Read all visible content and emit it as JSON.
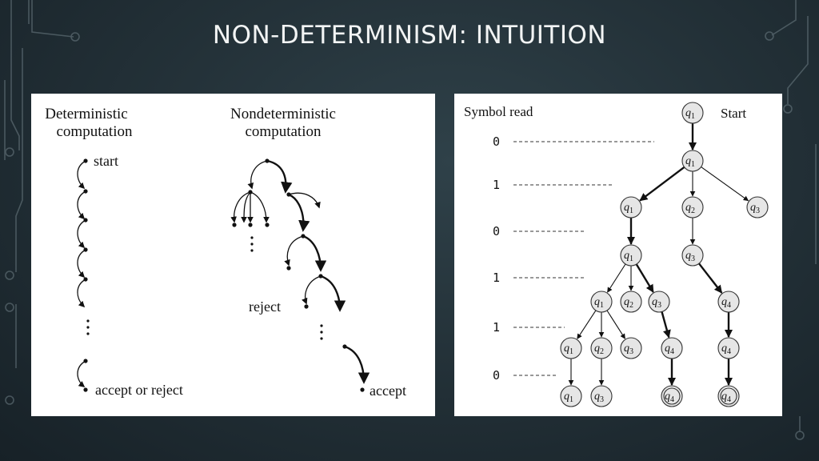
{
  "slide": {
    "title": "NON-DETERMINISM: INTUITION"
  },
  "left_figure": {
    "deterministic_title_line1": "Deterministic",
    "deterministic_title_line2": "computation",
    "nondeterministic_title_line1": "Nondeterministic",
    "nondeterministic_title_line2": "computation",
    "start_label": "start",
    "accept_or_reject_label": "accept or reject",
    "reject_label": "reject",
    "accept_label": "accept"
  },
  "right_figure": {
    "symbol_read_header": "Symbol read",
    "start_label": "Start",
    "symbols": [
      "0",
      "1",
      "0",
      "1",
      "1",
      "0"
    ],
    "nodes": [
      {
        "id": "n0",
        "base": "q",
        "sub": "1",
        "accept": false
      },
      {
        "id": "n1",
        "base": "q",
        "sub": "1",
        "accept": false
      },
      {
        "id": "n2a",
        "base": "q",
        "sub": "1",
        "accept": false
      },
      {
        "id": "n2b",
        "base": "q",
        "sub": "2",
        "accept": false
      },
      {
        "id": "n2c",
        "base": "q",
        "sub": "3",
        "accept": false
      },
      {
        "id": "n3a",
        "base": "q",
        "sub": "1",
        "accept": false
      },
      {
        "id": "n3b",
        "base": "q",
        "sub": "3",
        "accept": false
      },
      {
        "id": "n4a",
        "base": "q",
        "sub": "1",
        "accept": false
      },
      {
        "id": "n4b",
        "base": "q",
        "sub": "2",
        "accept": false
      },
      {
        "id": "n4c",
        "base": "q",
        "sub": "3",
        "accept": false
      },
      {
        "id": "n4d",
        "base": "q",
        "sub": "4",
        "accept": false
      },
      {
        "id": "n5a",
        "base": "q",
        "sub": "1",
        "accept": false
      },
      {
        "id": "n5b",
        "base": "q",
        "sub": "2",
        "accept": false
      },
      {
        "id": "n5c",
        "base": "q",
        "sub": "3",
        "accept": false
      },
      {
        "id": "n5d",
        "base": "q",
        "sub": "4",
        "accept": false
      },
      {
        "id": "n5e",
        "base": "q",
        "sub": "4",
        "accept": false
      },
      {
        "id": "n6a",
        "base": "q",
        "sub": "1",
        "accept": false
      },
      {
        "id": "n6b",
        "base": "q",
        "sub": "3",
        "accept": false
      },
      {
        "id": "n6c",
        "base": "q",
        "sub": "4",
        "accept": true
      },
      {
        "id": "n6d",
        "base": "q",
        "sub": "4",
        "accept": true
      }
    ],
    "edges": [
      [
        "n0",
        "n1"
      ],
      [
        "n1",
        "n2a"
      ],
      [
        "n1",
        "n2b"
      ],
      [
        "n1",
        "n2c"
      ],
      [
        "n2a",
        "n3a"
      ],
      [
        "n2b",
        "n3b"
      ],
      [
        "n3a",
        "n4a"
      ],
      [
        "n3a",
        "n4b"
      ],
      [
        "n3a",
        "n4c"
      ],
      [
        "n3b",
        "n4d"
      ],
      [
        "n4a",
        "n5a"
      ],
      [
        "n4a",
        "n5b"
      ],
      [
        "n4a",
        "n5c"
      ],
      [
        "n4c",
        "n5d"
      ],
      [
        "n4d",
        "n5e"
      ],
      [
        "n5a",
        "n6a"
      ],
      [
        "n5b",
        "n6b"
      ],
      [
        "n5d",
        "n6c"
      ],
      [
        "n5e",
        "n6d"
      ]
    ],
    "bold_edges": [
      [
        "n0",
        "n1"
      ],
      [
        "n1",
        "n2a"
      ],
      [
        "n2a",
        "n3a"
      ],
      [
        "n3a",
        "n4c"
      ],
      [
        "n4c",
        "n5d"
      ],
      [
        "n5d",
        "n6c"
      ],
      [
        "n3b",
        "n4d"
      ],
      [
        "n4d",
        "n5e"
      ],
      [
        "n5e",
        "n6d"
      ]
    ]
  }
}
